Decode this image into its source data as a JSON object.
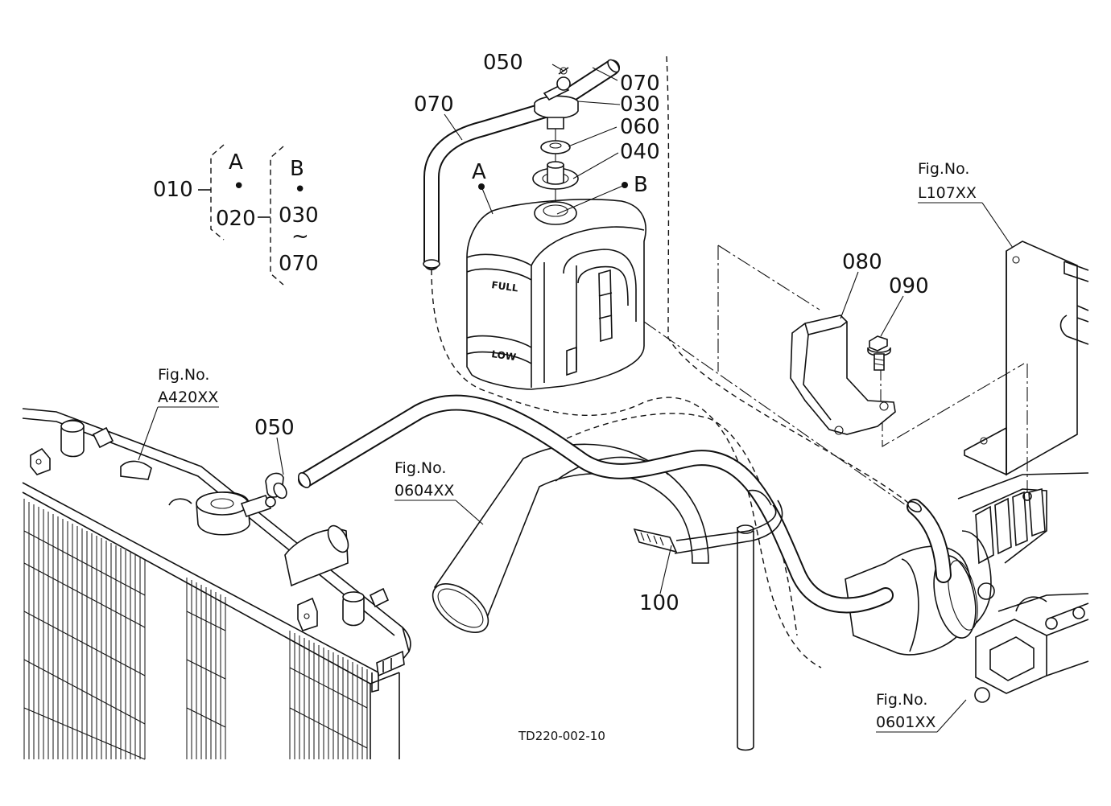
{
  "legend": {
    "ref_010": "010",
    "group_a_letter": "A",
    "group_a_dot": "•",
    "ref_020": "020",
    "group_b_letter": "B",
    "group_b_dot": "•",
    "ref_030": "030",
    "range_symbol": "~",
    "ref_070": "070"
  },
  "callouts": {
    "c050_top": "050",
    "c070_right": "070",
    "c030": "030",
    "c060": "060",
    "c040": "040",
    "c070_left": "070",
    "point_a": "A",
    "point_b": "B",
    "c080": "080",
    "c090": "090",
    "c050_left": "050",
    "c100": "100"
  },
  "tank_marks": {
    "full": "FULL",
    "low": "LOW"
  },
  "figure_refs": {
    "l107": {
      "line1": "Fig.No.",
      "line2": "L107XX"
    },
    "a420": {
      "line1": "Fig.No.",
      "line2": "A420XX"
    },
    "f0604": {
      "line1": "Fig.No.",
      "line2": "0604XX"
    },
    "f0601": {
      "line1": "Fig.No.",
      "line2": "0601XX"
    }
  },
  "drawing_code": "TD220-002-10"
}
